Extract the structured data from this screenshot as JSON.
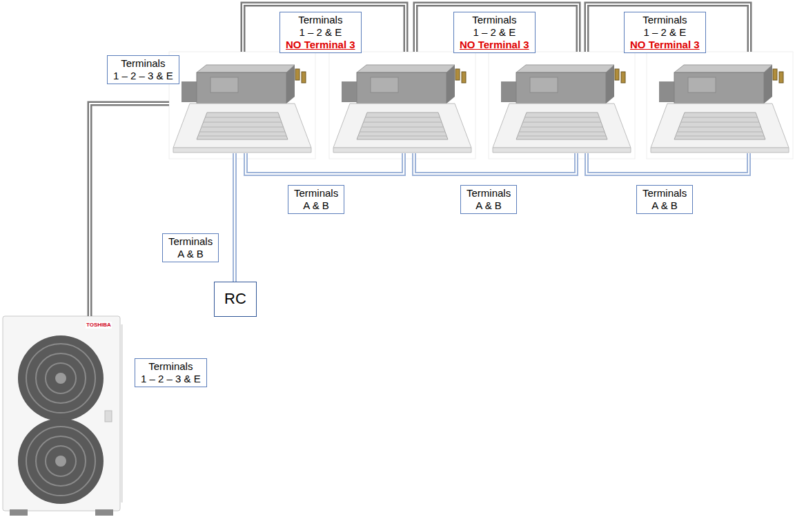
{
  "diagram": {
    "nodes": [
      {
        "text": [
          "Terminals",
          "1 – 2 – 3 & E"
        ]
      },
      {
        "text": [
          "Terminals",
          "1 – 2 & E",
          "NO Terminal 3"
        ]
      },
      {
        "text": [
          "Terminals",
          "1 – 2 & E",
          "NO Terminal 3"
        ]
      },
      {
        "text": [
          "Terminals",
          "1 – 2 & E",
          "NO Terminal 3"
        ]
      },
      {
        "text": [
          "Terminals",
          "A & B"
        ]
      },
      {
        "text": [
          "Terminals",
          "A & B"
        ]
      },
      {
        "text": [
          "Terminals",
          "A & B"
        ]
      },
      {
        "text": [
          "Terminals",
          "A & B"
        ]
      },
      {
        "text": [
          "RC"
        ]
      },
      {
        "text": [
          "Terminals",
          "1 – 2 – 3 & E"
        ]
      }
    ],
    "labels": [
      "TOSHIBA"
    ]
  }
}
